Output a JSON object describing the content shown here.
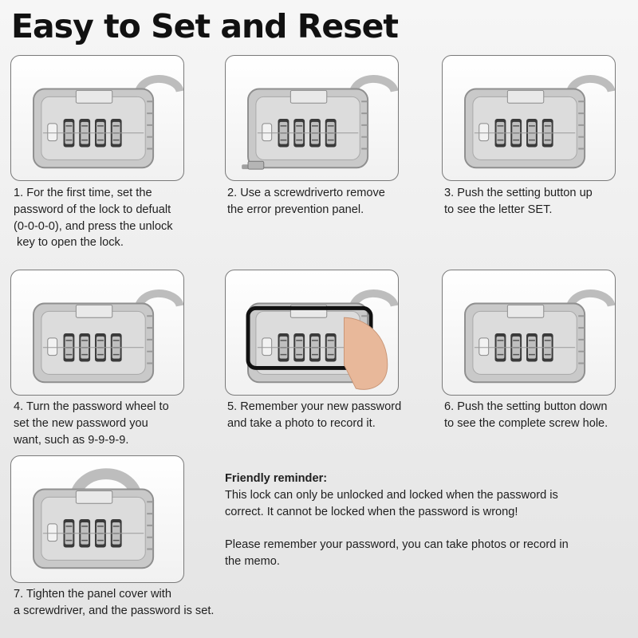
{
  "header": {
    "title": "Easy to Set and Reset"
  },
  "colors": {
    "lock_body": "#c9c9c9",
    "lock_edge": "#8f8f8f",
    "shackle": "#bdbdbd",
    "card_border": "#7a7a7a"
  },
  "steps": [
    {
      "image_icon": "padlock-icon",
      "lines": [
        "1. For the first time, set the",
        "password of the lock to defualt",
        "(0-0-0-0), and press the unlock",
        " key to open the lock."
      ]
    },
    {
      "image_icon": "padlock-with-screw-icon",
      "lines": [
        "2. Use a screwdriverto remove",
        "the error prevention panel."
      ]
    },
    {
      "image_icon": "padlock-icon",
      "lines": [
        "3. Push the setting button up",
        "to see the letter SET."
      ]
    },
    {
      "image_icon": "padlock-icon",
      "lines": [
        "4. Turn the password wheel to",
        "set the new password you",
        "want, such as 9-9-9-9."
      ]
    },
    {
      "image_icon": "phone-photo-icon",
      "lines": [
        "5. Remember your new password",
        "and take a photo to record it."
      ]
    },
    {
      "image_icon": "padlock-icon",
      "lines": [
        "6. Push the setting button down",
        "to see the complete screw hole."
      ]
    },
    {
      "image_icon": "padlock-icon",
      "lines": [
        "7. Tighten the panel cover with",
        "a screwdriver, and the password is set."
      ]
    }
  ],
  "reminder": {
    "heading": "Friendly reminder:",
    "paragraph1": [
      "This lock can only be unlocked and locked when the password is",
      "correct. It cannot be locked when the password is wrong!"
    ],
    "paragraph2": [
      "Please remember your password, you can take photos or record in",
      "the memo."
    ]
  }
}
